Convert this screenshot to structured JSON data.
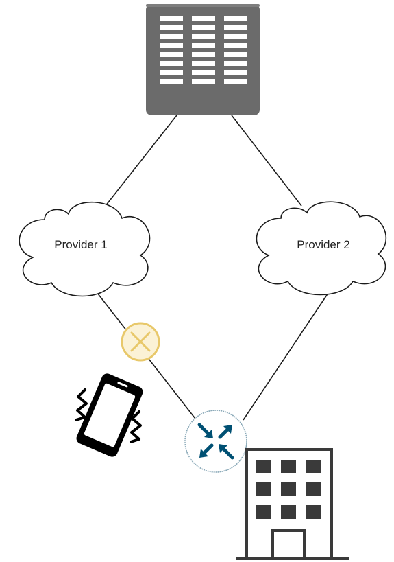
{
  "diagram": {
    "nodes": {
      "server": {
        "icon": "server-rack-icon",
        "color": "#6b6b6b"
      },
      "provider1": {
        "label": "Provider 1",
        "icon": "cloud-icon"
      },
      "provider2": {
        "label": "Provider 2",
        "icon": "cloud-icon"
      },
      "failure": {
        "icon": "failure-x-icon",
        "color": "#e8c86a"
      },
      "router": {
        "icon": "router-icon",
        "color": "#005073"
      },
      "phone": {
        "icon": "vibrating-phone-icon"
      },
      "office": {
        "icon": "office-building-icon"
      }
    },
    "links": [
      {
        "from": "server",
        "to": "provider1"
      },
      {
        "from": "server",
        "to": "provider2"
      },
      {
        "from": "provider1",
        "to": "router",
        "status": "down"
      },
      {
        "from": "provider2",
        "to": "router"
      }
    ]
  }
}
